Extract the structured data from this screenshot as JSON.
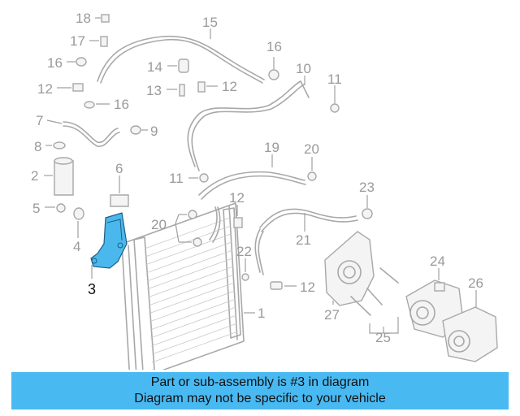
{
  "highlight_color": "#4ab8ec",
  "banner_color": "#49b9f2",
  "callouts": {
    "c18": "18",
    "c15": "15",
    "c17": "17",
    "c16a": "16",
    "c16b": "16",
    "c14": "14",
    "c10": "10",
    "c11a": "11",
    "c12a": "12",
    "c13": "13",
    "c12b": "12",
    "c16c": "16",
    "c7": "7",
    "c9": "9",
    "c8": "8",
    "c19": "19",
    "c20a": "20",
    "c2": "2",
    "c6": "6",
    "c11b": "11",
    "c23": "23",
    "c5": "5",
    "c12c": "12",
    "c20b": "20",
    "c4": "4",
    "c21": "21",
    "c22": "22",
    "c24": "24",
    "c3": "3",
    "c12d": "12",
    "c26": "26",
    "c27": "27",
    "c1": "1",
    "c25": "25"
  },
  "banner": {
    "line1": "Part or sub-assembly is #3 in diagram",
    "line2": "Diagram may not be specific to your vehicle"
  }
}
